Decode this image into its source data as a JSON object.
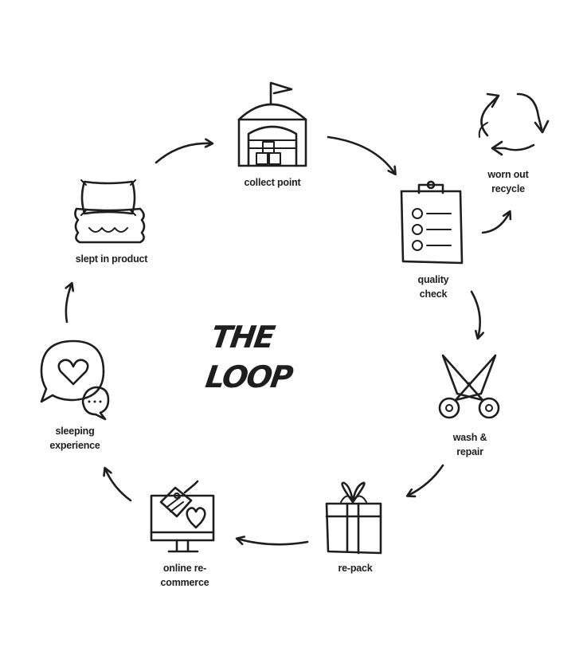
{
  "title": "THE LOOP",
  "steps": {
    "collect_point": "collect point",
    "worn_out_recycle": "worn out\nrecycle",
    "quality_check": "quality\ncheck",
    "wash_repair": "wash &\nrepair",
    "re_pack": "re-pack",
    "online_recommerce": "online re-\ncommerce",
    "sleeping_experience": "sleeping\nexperience",
    "slept_in_product": "slept in product"
  },
  "icons": {
    "collect_point": "warehouse-icon",
    "worn_out_recycle": "recycle-icon",
    "quality_check": "clipboard-checklist-icon",
    "wash_repair": "scissors-icon",
    "re_pack": "gift-box-icon",
    "online_recommerce": "monitor-price-tag-icon",
    "sleeping_experience": "heart-speech-bubble-icon",
    "slept_in_product": "pillow-mattress-icon"
  },
  "colors": {
    "ink": "#1e1e1e",
    "background": "#ffffff"
  }
}
